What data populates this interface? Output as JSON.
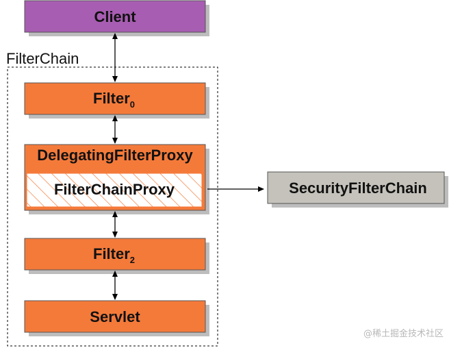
{
  "colors": {
    "client_fill": "#a75db1",
    "filter_fill": "#f47a3a",
    "proxy_fill": "#ffffff",
    "proxy_hatch": "#f47a3a",
    "security_fill": "#c4c2ba",
    "shadow": "#bdbdbd",
    "border": "#555555",
    "arrow": "#000000"
  },
  "client": {
    "label": "Client"
  },
  "filter_chain": {
    "label": "FilterChain"
  },
  "filter0": {
    "label": "Filter",
    "subscript": "0"
  },
  "delegating_proxy": {
    "label": "DelegatingFilterProxy"
  },
  "filter_chain_proxy": {
    "label": "FilterChainProxy"
  },
  "filter2": {
    "label": "Filter",
    "subscript": "2"
  },
  "servlet": {
    "label": "Servlet"
  },
  "security_filter_chain": {
    "label": "SecurityFilterChain"
  },
  "watermark": {
    "text": "@稀土掘金技术社区"
  }
}
